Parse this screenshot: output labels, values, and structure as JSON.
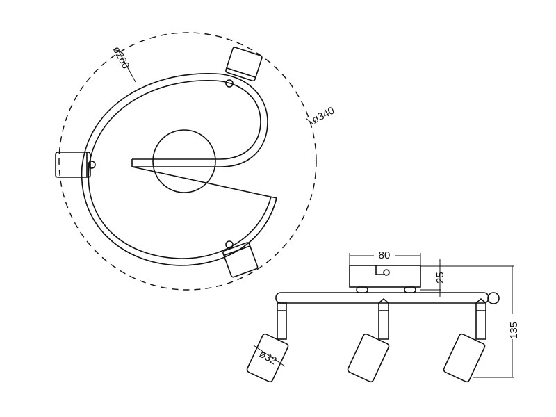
{
  "drawing": {
    "top_view": {
      "outer_diameter_label": "ø340",
      "arm_diameter_label": "ø260"
    },
    "side_view": {
      "base_width_label": "80",
      "base_height_label": "25",
      "total_height_label": "135",
      "spot_diameter_label": "ø32"
    }
  }
}
